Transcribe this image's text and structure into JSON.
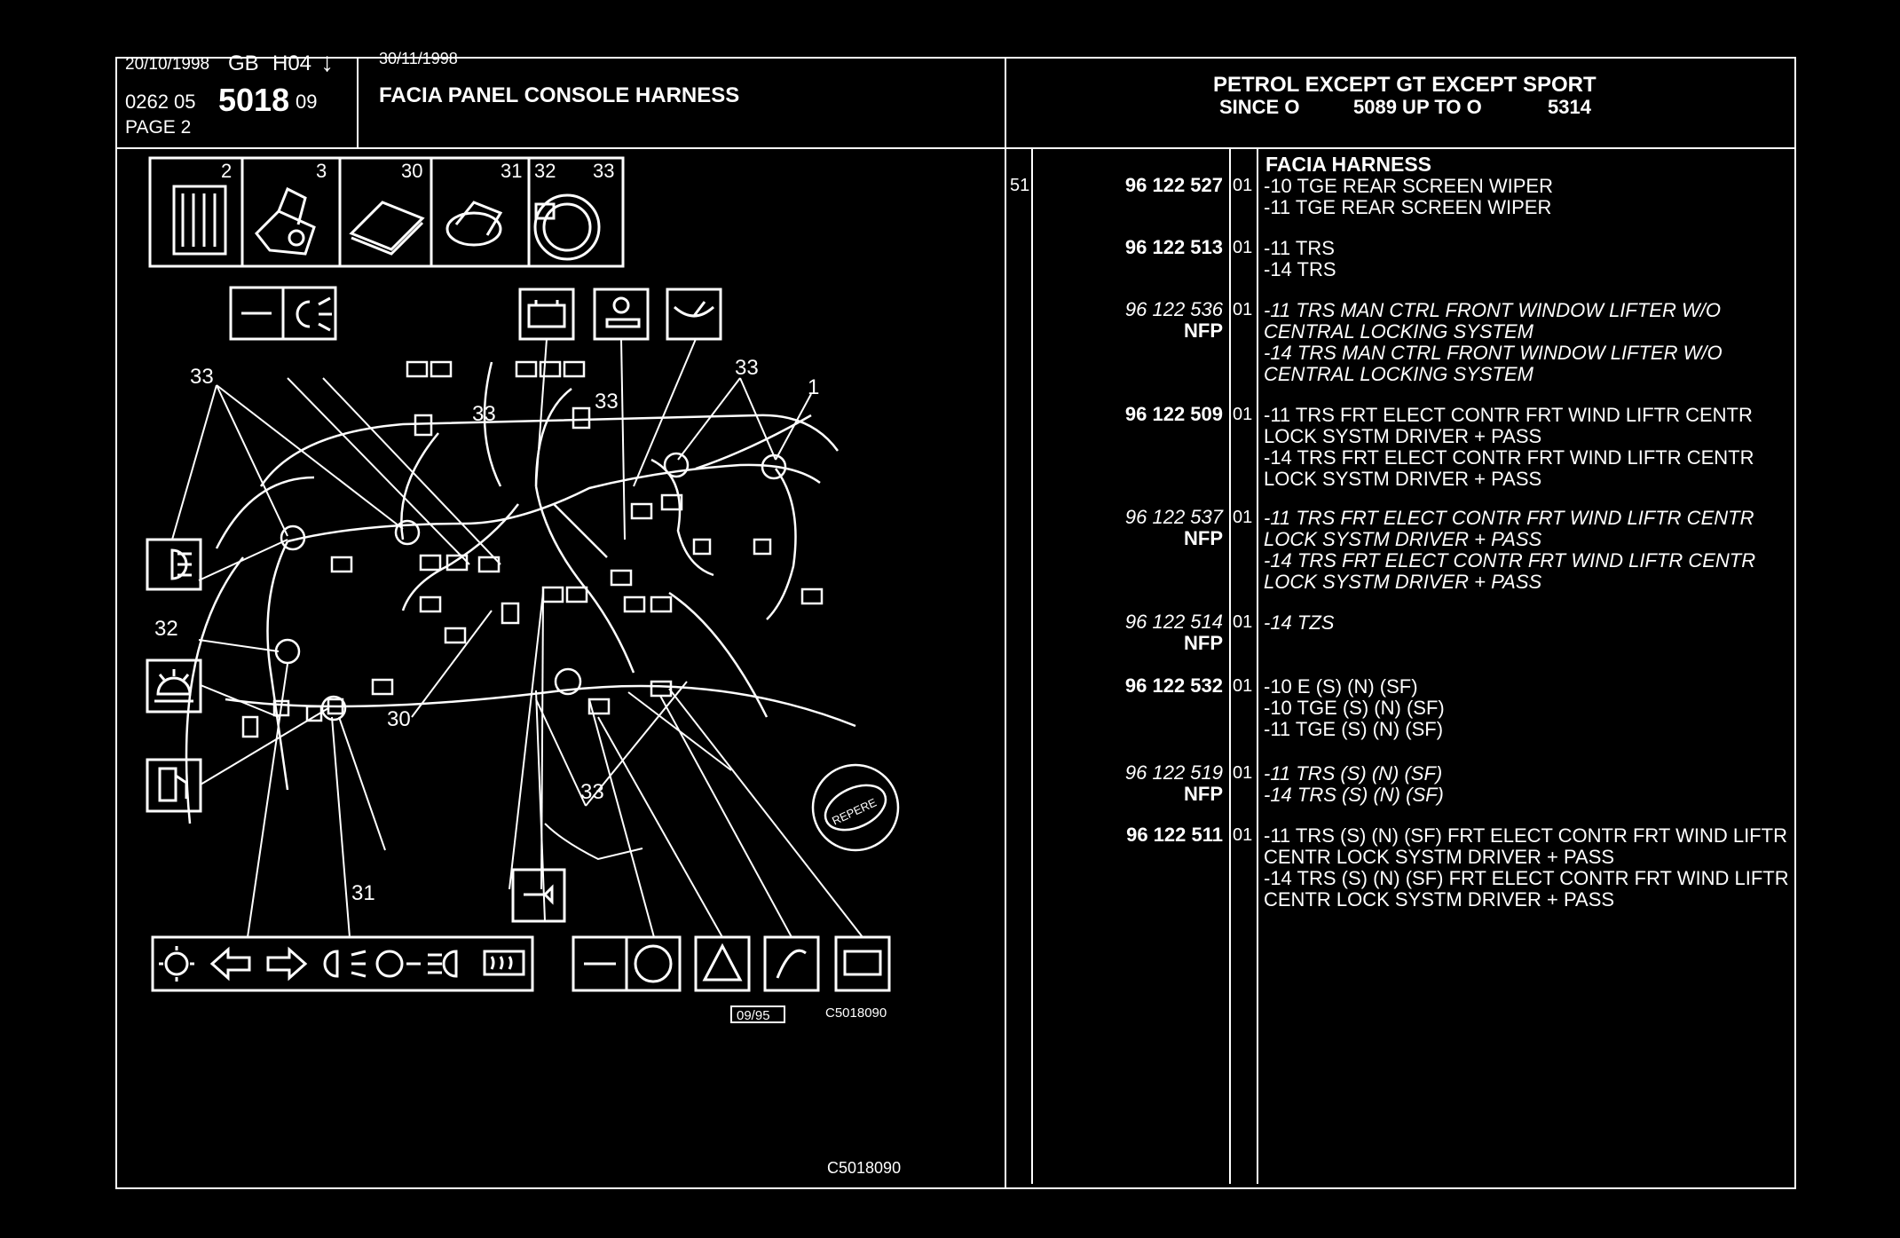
{
  "header": {
    "date1": "20/10/1998",
    "lang": "GB",
    "code": "H04",
    "ref_prefix": "0262 05",
    "ref_main": "5018",
    "ref_suffix": "09",
    "page": "PAGE 2",
    "date2": "30/11/1998",
    "title": "FACIA PANEL CONSOLE HARNESS",
    "applic_line1": "PETROL EXCEPT GT EXCEPT SPORT",
    "applic_line2_a": "SINCE O",
    "applic_line2_b": "5089 UP TO O",
    "applic_line2_c": "5314"
  },
  "diagram": {
    "top_icon_numbers": [
      "2",
      "3",
      "30",
      "31",
      "32",
      "33"
    ],
    "callouts": {
      "c33a": "33",
      "c33b": "33",
      "c33c": "33",
      "c33d": "33",
      "c33e": "33",
      "c1": "1",
      "c32": "32",
      "c30": "30",
      "c31": "31"
    },
    "repere": "REPERE",
    "date_box": "09/95",
    "ref_small": "C5018090",
    "ref_bottom": "C5018090"
  },
  "parts": {
    "item_no": "51",
    "group_title": "FACIA HARNESS",
    "entries": [
      {
        "pn": "96 122 527",
        "italic": false,
        "nfp": "",
        "var": "01",
        "lines": [
          "-10 TGE REAR SCREEN WIPER",
          "-11 TGE REAR SCREEN WIPER"
        ]
      },
      {
        "pn": "96 122 513",
        "italic": false,
        "nfp": "",
        "var": "01",
        "lines": [
          "-11 TRS",
          "-14 TRS"
        ]
      },
      {
        "pn": "96 122 536",
        "italic": true,
        "nfp": "NFP",
        "var": "01",
        "lines": [
          "-11 TRS MAN CTRL FRONT WINDOW LIFTER W/O",
          " CENTRAL LOCKING SYSTEM",
          "-14 TRS MAN CTRL FRONT WINDOW LIFTER W/O",
          " CENTRAL LOCKING SYSTEM"
        ]
      },
      {
        "pn": "96 122 509",
        "italic": false,
        "nfp": "",
        "var": "01",
        "lines": [
          "-11 TRS FRT ELECT CONTR FRT WIND LIFTR CENTR",
          " LOCK SYSTM DRIVER + PASS",
          "-14 TRS FRT ELECT CONTR FRT WIND LIFTR CENTR",
          " LOCK SYSTM DRIVER + PASS"
        ]
      },
      {
        "pn": "96 122 537",
        "italic": true,
        "nfp": "NFP",
        "var": "01",
        "lines": [
          "-11 TRS FRT ELECT CONTR FRT WIND LIFTR CENTR",
          " LOCK SYSTM DRIVER + PASS",
          "-14 TRS FRT ELECT CONTR FRT WIND LIFTR CENTR",
          " LOCK SYSTM DRIVER + PASS"
        ]
      },
      {
        "pn": "96 122 514",
        "italic": true,
        "nfp": "NFP",
        "var": "01",
        "lines": [
          "-14 TZS"
        ]
      },
      {
        "pn": "96 122 532",
        "italic": false,
        "nfp": "",
        "var": "01",
        "lines": [
          "-10 E (S) (N) (SF)",
          "-10 TGE (S) (N) (SF)",
          "-11 TGE (S) (N) (SF)"
        ]
      },
      {
        "pn": "96 122 519",
        "italic": true,
        "nfp": "NFP",
        "var": "01",
        "lines": [
          "-11 TRS (S) (N) (SF)",
          "-14 TRS (S) (N) (SF)"
        ]
      },
      {
        "pn": "96 122 511",
        "italic": false,
        "nfp": "",
        "var": "01",
        "lines": [
          "-11 TRS (S) (N) (SF) FRT ELECT CONTR FRT WIND LIFTR",
          " CENTR LOCK SYSTM DRIVER + PASS",
          "-14 TRS (S) (N) (SF) FRT ELECT CONTR FRT WIND LIFTR",
          " CENTR LOCK SYSTM DRIVER + PASS"
        ]
      }
    ]
  }
}
